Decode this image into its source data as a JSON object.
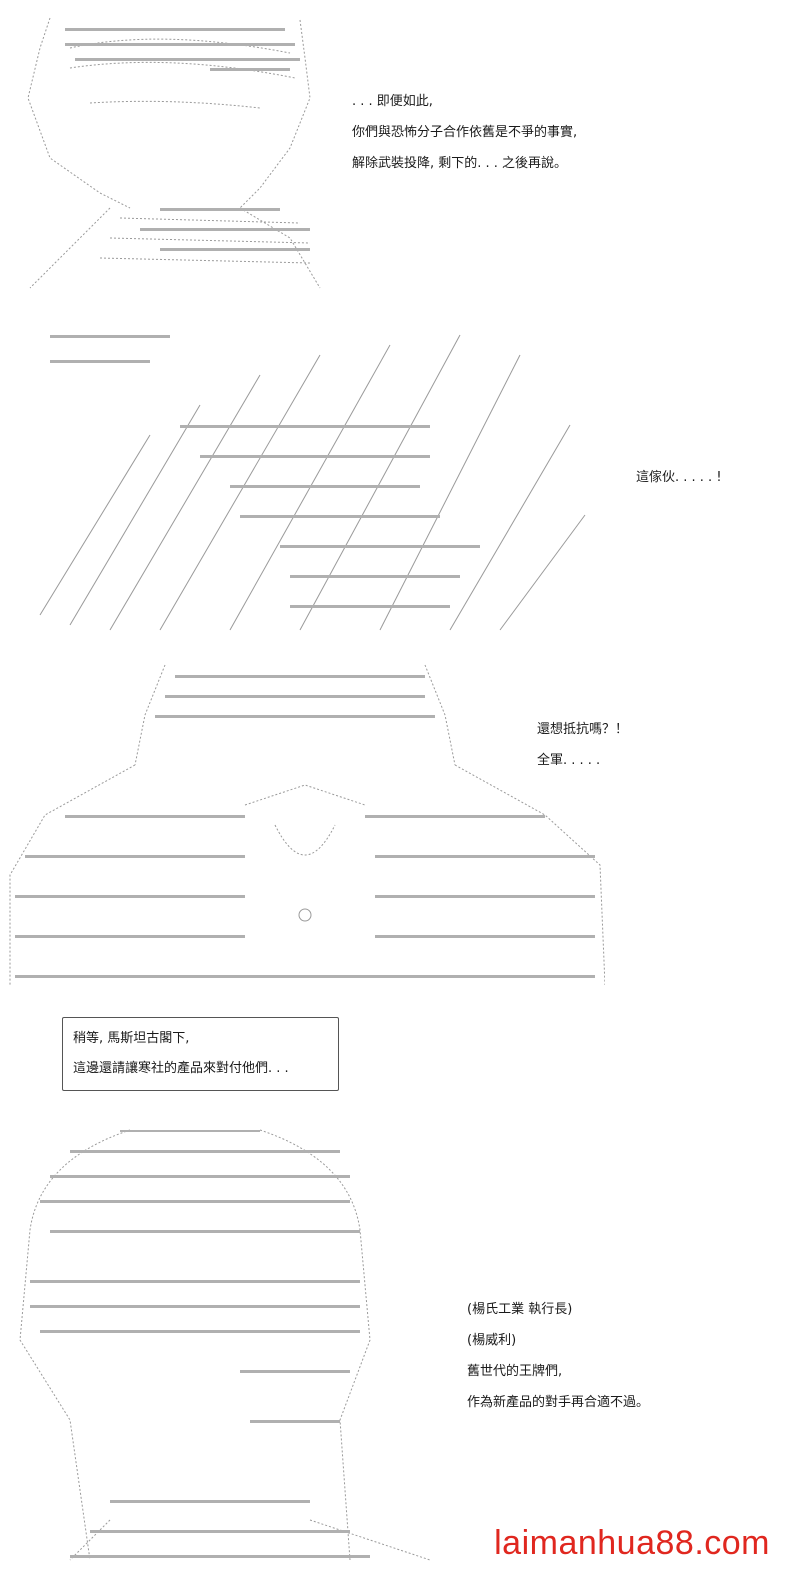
{
  "panel1": {
    "lines": [
      ". . . 即便如此,",
      "你們與恐怖分子合作依舊是不爭的事實,",
      "解除武裝投降, 剩下的. . . 之後再說。"
    ]
  },
  "panel2": {
    "lines": [
      "這傢伙. . . . . !"
    ]
  },
  "panel3": {
    "lines": [
      "還想抵抗嗎？！",
      "全軍. . . . ."
    ]
  },
  "panel4": {
    "box_lines": [
      "稍等, 馬斯坦古閣下,",
      "這邊還請讓寒社的產品來對付他們. . ."
    ],
    "lines": [
      "(楊氏工業  執行長)",
      "(楊威利)",
      "舊世代的王牌們,",
      "作為新產品的對手再合適不過。"
    ]
  },
  "watermark": "laimanhua88.com",
  "colors": {
    "art_ink": "#9a9a9a",
    "text": "#1a1a1a",
    "watermark": "#e0271f"
  }
}
